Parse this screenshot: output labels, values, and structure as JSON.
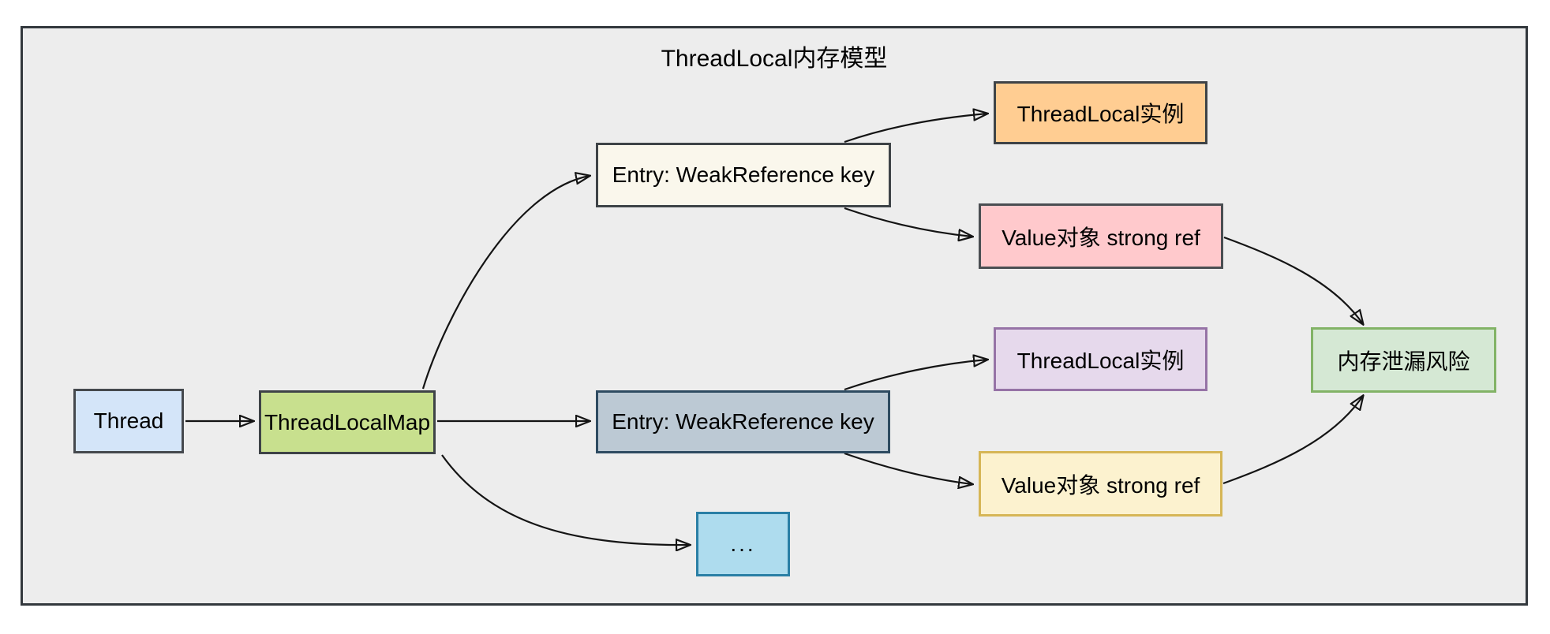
{
  "diagram": {
    "title": "ThreadLocal内存模型",
    "nodes": {
      "thread": "Thread",
      "map": "ThreadLocalMap",
      "entry_top": "Entry: WeakReference key",
      "entry_mid": "Entry: WeakReference key",
      "threadlocal_top": "ThreadLocal实例",
      "threadlocal_mid": "ThreadLocal实例",
      "value_top": "Value对象 strong ref",
      "value_mid": "Value对象 strong ref",
      "leak": "内存泄漏风险",
      "more": "..."
    },
    "edges": [
      {
        "from": "Thread",
        "to": "ThreadLocalMap"
      },
      {
        "from": "ThreadLocalMap",
        "to": "Entry: WeakReference key (top)"
      },
      {
        "from": "ThreadLocalMap",
        "to": "Entry: WeakReference key (middle)"
      },
      {
        "from": "ThreadLocalMap",
        "to": "..."
      },
      {
        "from": "Entry: WeakReference key (top)",
        "to": "ThreadLocal实例 (top)"
      },
      {
        "from": "Entry: WeakReference key (top)",
        "to": "Value对象 strong ref (top)"
      },
      {
        "from": "Entry: WeakReference key (middle)",
        "to": "ThreadLocal实例 (middle)"
      },
      {
        "from": "Entry: WeakReference key (middle)",
        "to": "Value对象 strong ref (middle)"
      },
      {
        "from": "Value对象 strong ref (top)",
        "to": "内存泄漏风险"
      },
      {
        "from": "Value对象 strong ref (middle)",
        "to": "内存泄漏风险"
      }
    ],
    "colors": {
      "canvas_background": "#ededed",
      "canvas_border": "#33383d",
      "edge": "#141414",
      "thread_fill": "#d4e5f9",
      "map_fill": "#c8e08e",
      "entry_top_fill": "#faf7ec",
      "entry_mid_fill": "#bcc9d4",
      "threadlocal_top_fill": "#ffcd92",
      "threadlocal_mid_fill": "#e6d9ec",
      "threadlocal_mid_stroke": "#9673a6",
      "value_top_fill": "#ffc9cc",
      "value_mid_fill": "#fcf2cf",
      "value_mid_stroke": "#d6b656",
      "leak_fill": "#d5e8d4",
      "leak_stroke": "#82b366",
      "more_fill": "#aedcee",
      "more_stroke": "#2a7fa5"
    }
  }
}
